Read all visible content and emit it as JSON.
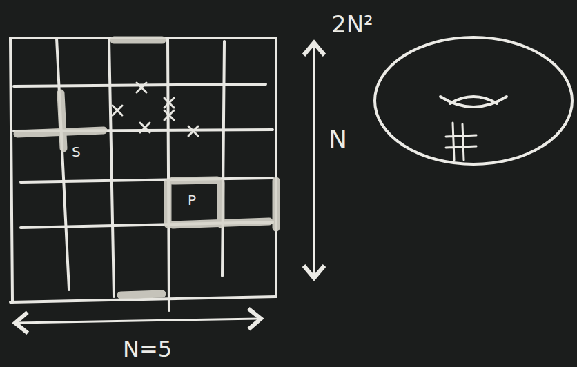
{
  "diagram": {
    "labels": [
      "2N²",
      "N",
      "S",
      "P",
      "N=5"
    ]
  }
}
